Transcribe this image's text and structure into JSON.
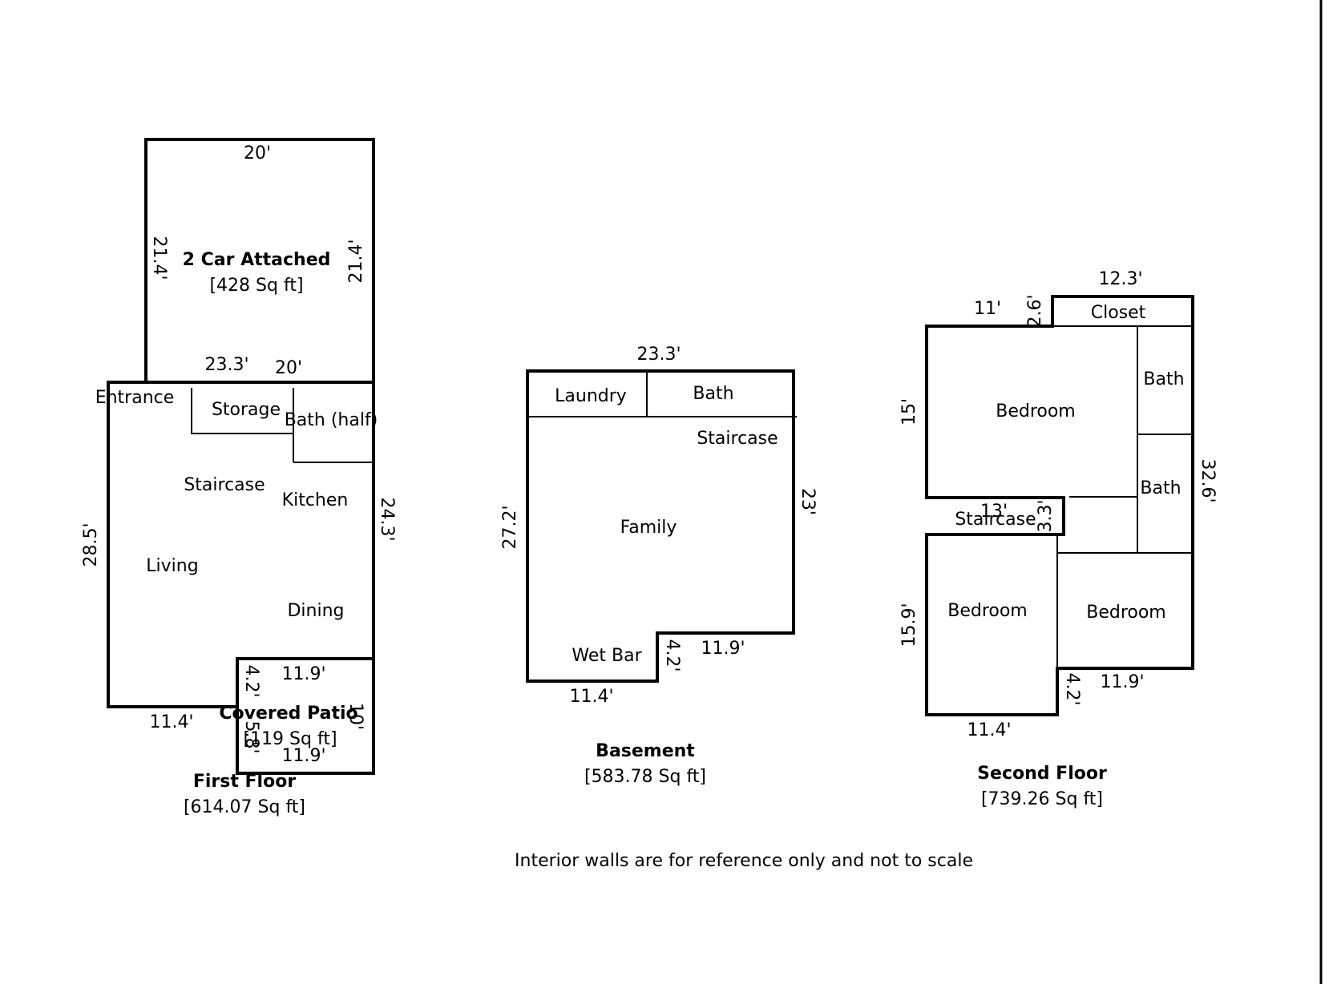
{
  "garage": {
    "name": "2 Car Attached",
    "area": "[428 Sq ft]",
    "dim_top": "20'",
    "dim_left": "21.4'",
    "dim_right": "21.4'",
    "dim_bottom": "20'"
  },
  "first_floor": {
    "title": "First Floor",
    "area": "[614.07 Sq ft]",
    "rooms": {
      "entrance": "Entrance",
      "storage": "Storage",
      "bath_half": "Bath (half)",
      "staircase": "Staircase",
      "kitchen": "Kitchen",
      "living": "Living",
      "dining": "Dining"
    },
    "dims": {
      "top": "23.3'",
      "left": "28.5'",
      "right": "24.3'",
      "bottom": "11.4'",
      "step": "4.2'",
      "step_top": "11.9'"
    }
  },
  "patio": {
    "name": "Covered Patio",
    "area": "[119 Sq ft]",
    "dim_top": "11.9'",
    "dim_bottom": "11.9'",
    "dim_left": "5.8'",
    "dim_right": "10'"
  },
  "basement": {
    "title": "Basement",
    "area": "[583.78 Sq ft]",
    "rooms": {
      "laundry": "Laundry",
      "bath": "Bath",
      "staircase": "Staircase",
      "family": "Family",
      "wet_bar": "Wet Bar"
    },
    "dims": {
      "top": "23.3'",
      "left": "27.2'",
      "right": "23'",
      "bottom": "11.4'",
      "step": "4.2'",
      "step_top": "11.9'"
    }
  },
  "second_floor": {
    "title": "Second Floor",
    "area": "[739.26 Sq ft]",
    "rooms": {
      "closet": "Closet",
      "bedroom1": "Bedroom",
      "bath1": "Bath",
      "bath2": "Bath",
      "staircase": "Staircase",
      "bedroom2": "Bedroom",
      "bedroom3": "Bedroom"
    },
    "dims": {
      "top": "12.3'",
      "top_left": "11'",
      "notch": "2.6'",
      "left_upper": "15'",
      "right": "32.6'",
      "stair_w": "13'",
      "stair_h": "3.3'",
      "left_lower": "15.9'",
      "bottom": "11.4'",
      "step": "4.2'",
      "step_top": "11.9'"
    }
  },
  "note": "Interior walls are for reference only and not to scale"
}
